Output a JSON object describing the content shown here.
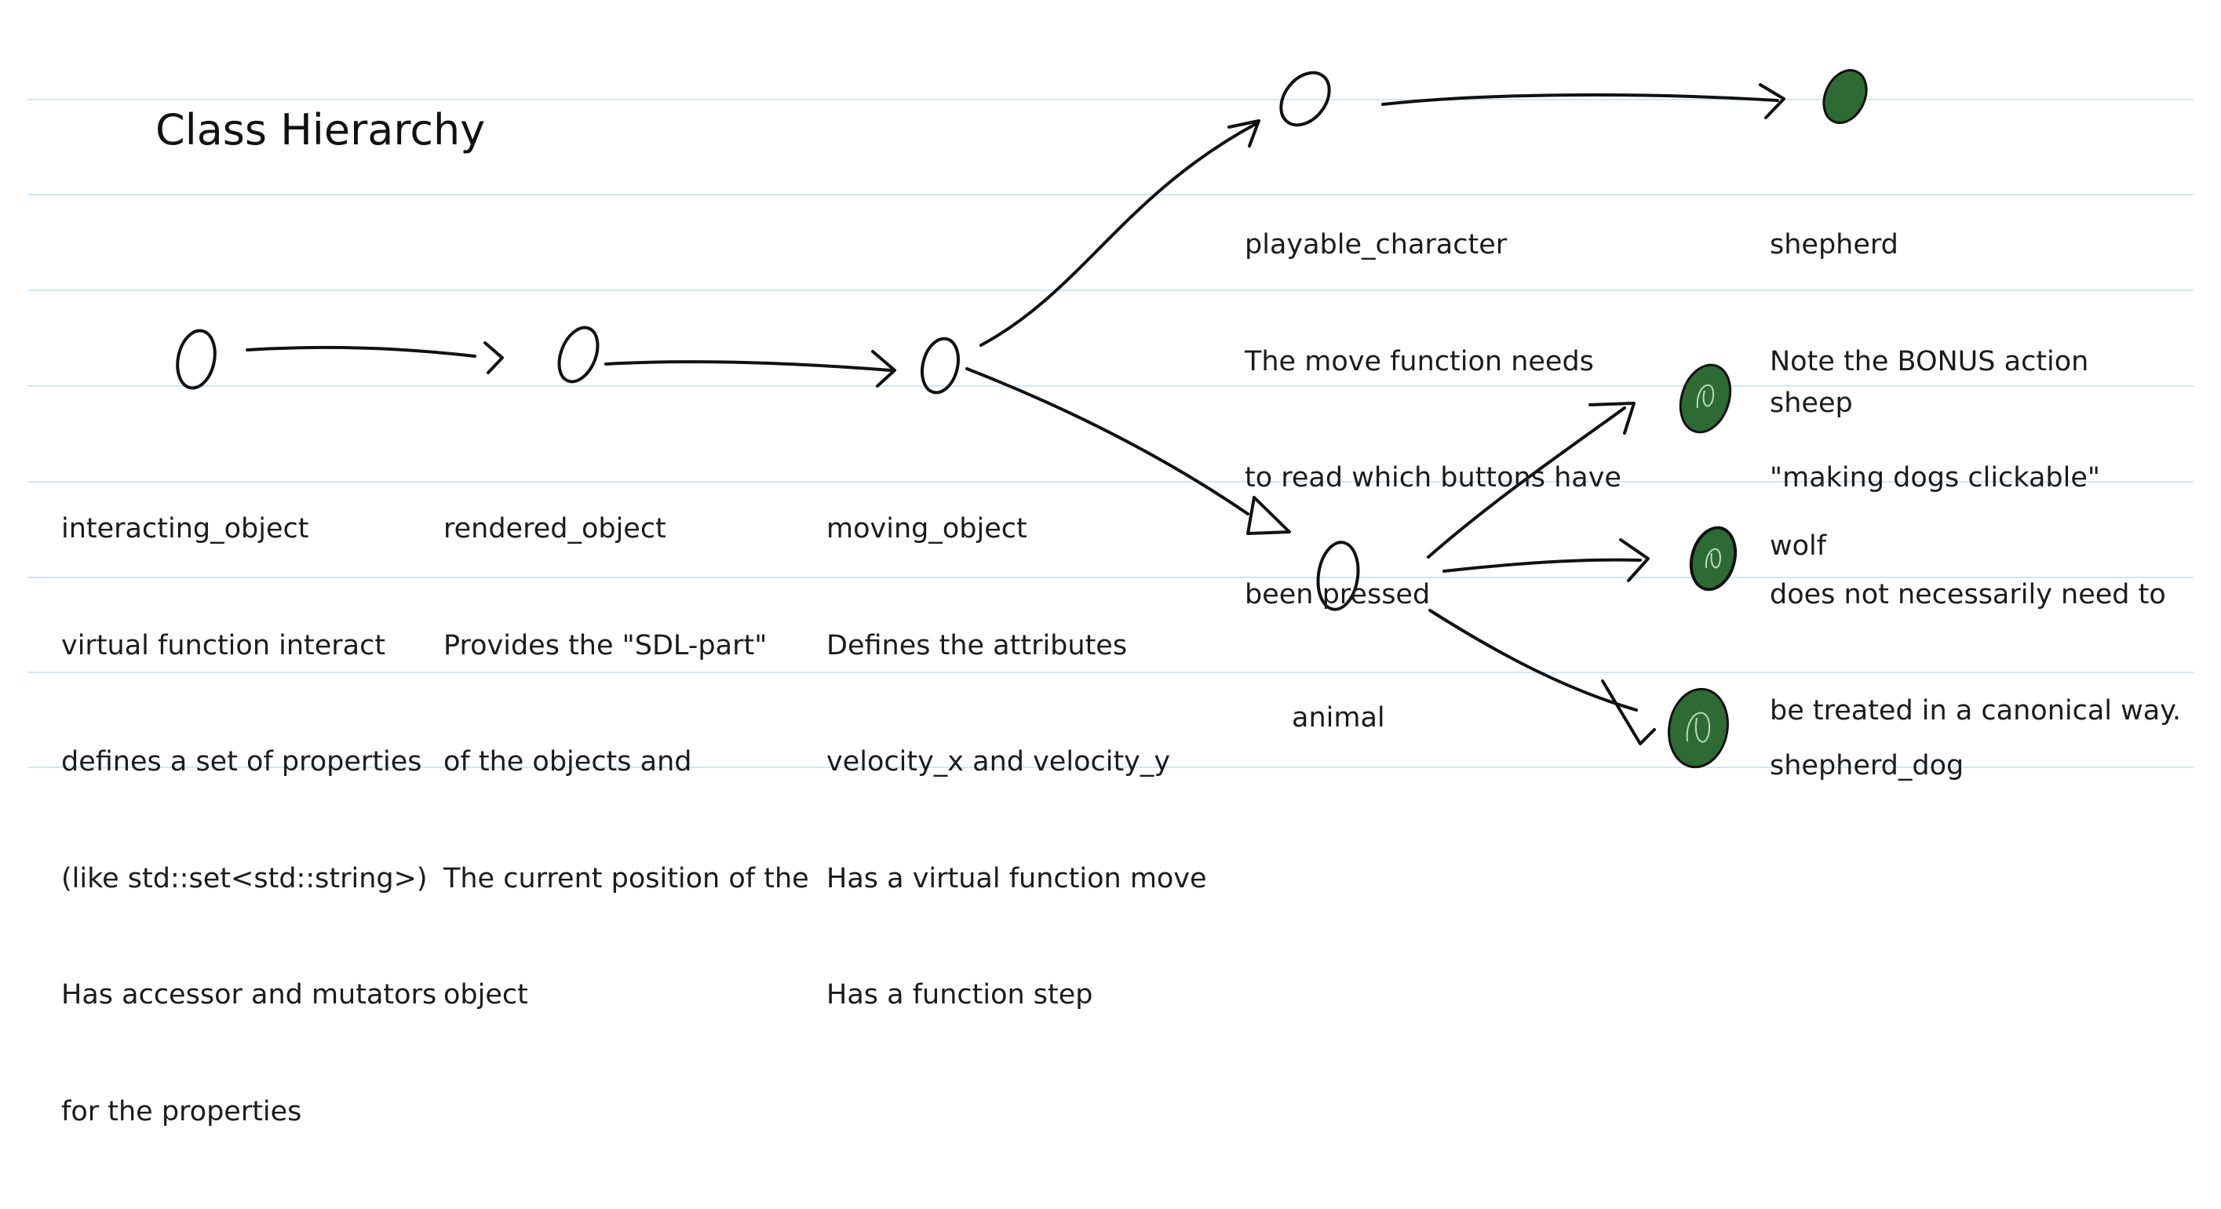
{
  "title": "Class Hierarchy",
  "colors": {
    "rule": "#d4e6f6",
    "ink": "#111111",
    "leaf_fill": "#2e6b34"
  },
  "nodes": {
    "interacting_object": {
      "name": "interacting_object",
      "lines": [
        "virtual function interact",
        "defines a set of properties",
        "(like std::set<std::string>)",
        "Has accessor and mutators",
        "for the properties"
      ]
    },
    "rendered_object": {
      "name": "rendered_object",
      "lines": [
        "Provides the \"SDL-part\"",
        "of the objects and",
        "The current position of the",
        "object"
      ]
    },
    "moving_object": {
      "name": "moving_object",
      "lines": [
        "Defines the attributes",
        "velocity_x and velocity_y",
        "Has a virtual function move",
        "Has a function step"
      ]
    },
    "playable_character": {
      "name": "playable_character",
      "lines": [
        "The move function needs",
        "to read which buttons have",
        "been pressed"
      ]
    },
    "shepherd": {
      "name": "shepherd",
      "lines": [
        "Note the BONUS action",
        "\"making dogs clickable\"",
        "does not necessarily need to",
        "be treated in a canonical way."
      ]
    },
    "animal": {
      "name": "animal"
    },
    "sheep": {
      "name": "sheep"
    },
    "wolf": {
      "name": "wolf"
    },
    "shepherd_dog": {
      "name": "shepherd_dog"
    }
  }
}
